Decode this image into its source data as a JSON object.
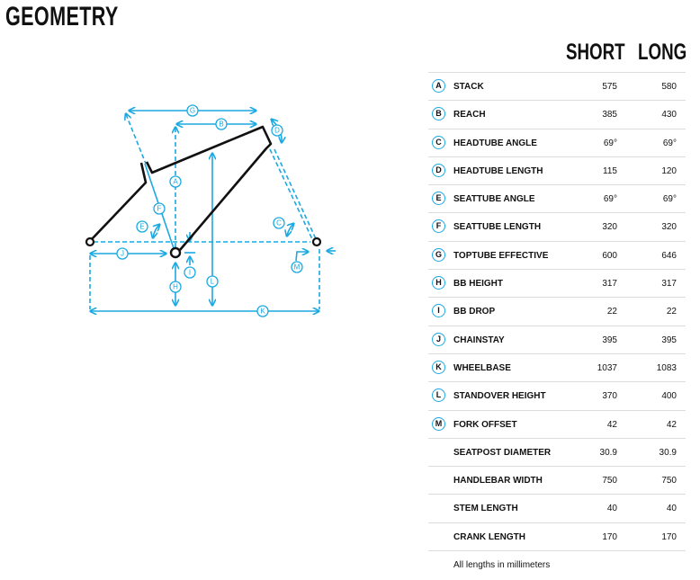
{
  "title": "GEOMETRY",
  "columns": {
    "short": "SHORT",
    "long": "LONG"
  },
  "accent": "#1ba9e1",
  "rows": [
    {
      "letter": "A",
      "label": "STACK",
      "short": "575",
      "long": "580"
    },
    {
      "letter": "B",
      "label": "REACH",
      "short": "385",
      "long": "430"
    },
    {
      "letter": "C",
      "label": "HEADTUBE ANGLE",
      "short": "69°",
      "long": "69°"
    },
    {
      "letter": "D",
      "label": "HEADTUBE LENGTH",
      "short": "115",
      "long": "120"
    },
    {
      "letter": "E",
      "label": "SEATTUBE ANGLE",
      "short": "69°",
      "long": "69°"
    },
    {
      "letter": "F",
      "label": "SEATTUBE LENGTH",
      "short": "320",
      "long": "320"
    },
    {
      "letter": "G",
      "label": "TOPTUBE EFFECTIVE",
      "short": "600",
      "long": "646"
    },
    {
      "letter": "H",
      "label": "BB HEIGHT",
      "short": "317",
      "long": "317"
    },
    {
      "letter": "I",
      "label": "BB DROP",
      "short": "22",
      "long": "22"
    },
    {
      "letter": "J",
      "label": "CHAINSTAY",
      "short": "395",
      "long": "395"
    },
    {
      "letter": "K",
      "label": "WHEELBASE",
      "short": "1037",
      "long": "1083"
    },
    {
      "letter": "L",
      "label": "STANDOVER HEIGHT",
      "short": "370",
      "long": "400"
    },
    {
      "letter": "M",
      "label": "FORK OFFSET",
      "short": "42",
      "long": "42"
    },
    {
      "letter": "",
      "label": "SEATPOST DIAMETER",
      "short": "30.9",
      "long": "30.9"
    },
    {
      "letter": "",
      "label": "HANDLEBAR WIDTH",
      "short": "750",
      "long": "750"
    },
    {
      "letter": "",
      "label": "STEM LENGTH",
      "short": "40",
      "long": "40"
    },
    {
      "letter": "",
      "label": "CRANK LENGTH",
      "short": "170",
      "long": "170"
    }
  ],
  "note": "All lengths in millimeters",
  "diagram": {
    "labels": {
      "A": "A",
      "B": "B",
      "C": "C",
      "D": "D",
      "E": "E",
      "F": "F",
      "G": "G",
      "H": "H",
      "I": "I",
      "J": "J",
      "K": "K",
      "L": "L",
      "M": "M"
    }
  }
}
